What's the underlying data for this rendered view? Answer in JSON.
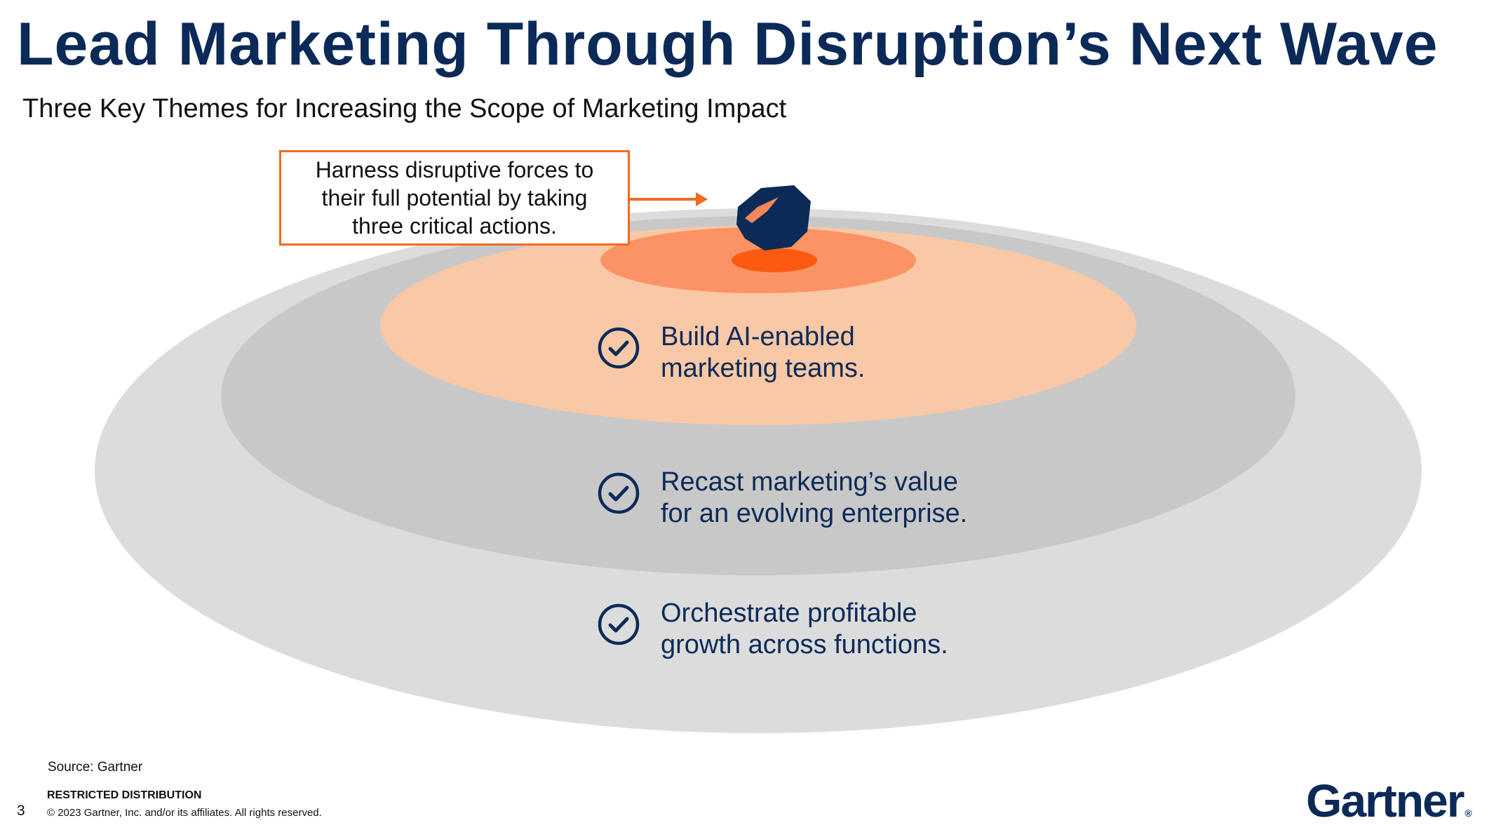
{
  "header": {
    "title": "Lead Marketing Through Disruption’s Next Wave",
    "subtitle": "Three Key Themes for Increasing the Scope of Marketing Impact"
  },
  "callout": {
    "text": "Harness disruptive forces to their full potential by taking three critical actions."
  },
  "themes": [
    {
      "icon": "check-circle-icon",
      "text": "Build AI-enabled marketing teams."
    },
    {
      "icon": "check-circle-icon",
      "text": "Recast marketing’s value for an evolving enterprise."
    },
    {
      "icon": "check-circle-icon",
      "text": "Orchestrate profitable growth across functions."
    }
  ],
  "footer": {
    "source": "Source: Gartner",
    "restricted": "RESTRICTED DISTRIBUTION",
    "page_number": "3",
    "copyright": "© 2023 Gartner, Inc. and/or its affiliates. All rights reserved.",
    "logo": "Gartner",
    "logo_mark": "®"
  },
  "colors": {
    "navy": "#0b2a58",
    "accent_orange": "#f26a21",
    "outer_ring": "#dcdcdc",
    "middle_ring": "#c8c8c8",
    "inner_ring": "#f9c8a6",
    "core_ring": "#fb9364",
    "core_center": "#fb5a10"
  }
}
